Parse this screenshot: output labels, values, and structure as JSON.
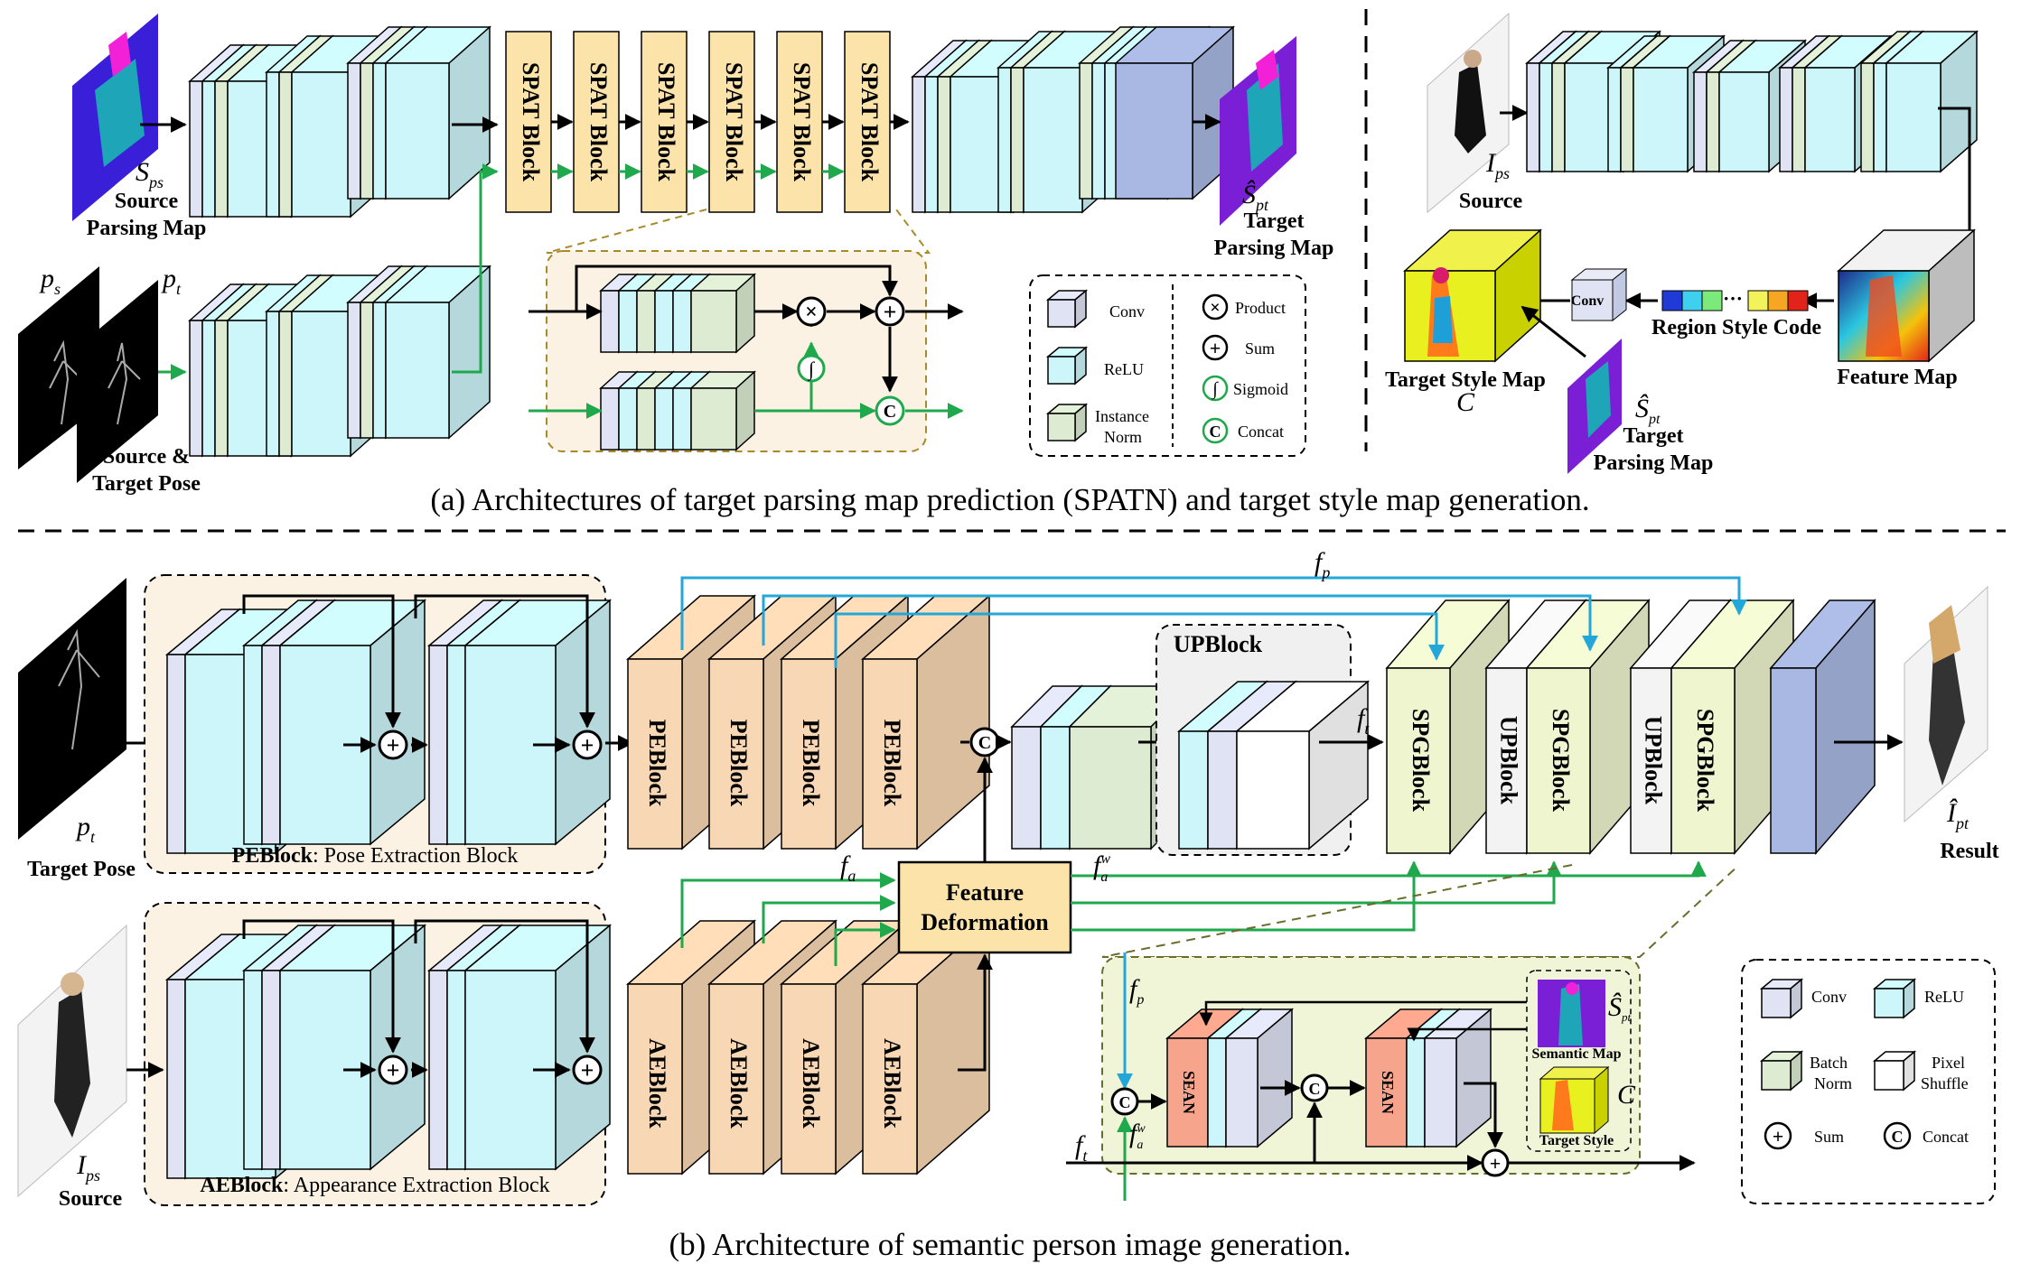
{
  "captions": {
    "a": "(a) Architectures of target parsing map prediction (SPATN) and target style map generation.",
    "b": "(b) Architecture of semantic person image generation."
  },
  "part_a": {
    "source_parsing_line1": "Source",
    "source_parsing_line2": "Parsing Map",
    "source_parsing_symbol": "S",
    "source_parsing_sub": "ps",
    "pose_symbol_source": "p",
    "pose_symbol_source_sub": "s",
    "pose_symbol_target": "p",
    "pose_symbol_target_sub": "t",
    "pose_label_line1": "Source &",
    "pose_label_line2": "Target Pose",
    "spat_block_label": "SPAT Block",
    "target_parsing_symbol": "Ŝ",
    "target_parsing_sub": "pt",
    "target_parsing_line1": "Target",
    "target_parsing_line2": "Parsing Map",
    "source_image_symbol": "I",
    "source_image_sub": "ps",
    "source_image_label": "Source",
    "feature_map_label": "Feature Map",
    "region_style_code_label": "Region Style Code",
    "conv_small_label": "Conv",
    "target_style_map_label": "Target Style Map",
    "target_style_symbol": "C",
    "target_parsing2_symbol": "Ŝ",
    "target_parsing2_sub": "pt",
    "target_parsing2_line1": "Target",
    "target_parsing2_line2": "Parsing Map",
    "legend": {
      "conv": "Conv",
      "relu": "ReLU",
      "instance_norm_line1": "Instance",
      "instance_norm_line2": "Norm",
      "product": "Product",
      "sum": "Sum",
      "sigmoid": "Sigmoid",
      "concat": "Concat"
    }
  },
  "part_b": {
    "target_pose_symbol": "p",
    "target_pose_sub": "t",
    "target_pose_label": "Target Pose",
    "peblock_caption_bold": "PEBlock",
    "peblock_caption_rest": ": Pose Extraction Block",
    "aeblock_caption_bold": "AEBlock",
    "aeblock_caption_rest": ": Appearance Extraction Block",
    "source_symbol": "I",
    "source_sub": "ps",
    "source_label": "Source",
    "peblock_label": "PEBlock",
    "aeblock_label": "AEBlock",
    "upblock_title": "UPBlock",
    "upblock_label": "UPBlock",
    "spgblock_label": "SPGBlock",
    "fp": "f",
    "fp_sub": "p",
    "ft": "f",
    "ft_sub": "t",
    "fa": "f",
    "fa_sub": "a",
    "faw": "f",
    "faw_sub": "a",
    "faw_sup": "w",
    "feature_deformation_line1": "Feature",
    "feature_deformation_line2": "Deformation",
    "result_symbol": "Î",
    "result_sub": "pt",
    "result_label": "Result",
    "sean_label": "SEAN",
    "semantic_map_label": "Semantic Map",
    "semantic_map_symbol": "Ŝ",
    "semantic_map_sub": "pt",
    "target_style_label": "Target Style",
    "target_style_symbol": "C",
    "legend": {
      "conv": "Conv",
      "relu": "ReLU",
      "batch_norm_line1": "Batch",
      "batch_norm_line2": "Norm",
      "pixel_shuffle_line1": "Pixel",
      "pixel_shuffle_line2": "Shuffle",
      "sum": "Sum",
      "concat": "Concat"
    }
  },
  "colors": {
    "conv": "#dfe3f3",
    "relu": "#ccf6fa",
    "norm": "#dcebd2",
    "spat": "#fbe3a9",
    "peblock": "#f8d8b4",
    "spg": "#eff5cf",
    "final": "#a9b8e2",
    "sean": "#f7a48c",
    "panel_bg": "#fcf2e4",
    "sean_panel_bg": "#f0f5d8",
    "blue_arrow": "#22a7d8",
    "green_arrow": "#1fa84c"
  }
}
